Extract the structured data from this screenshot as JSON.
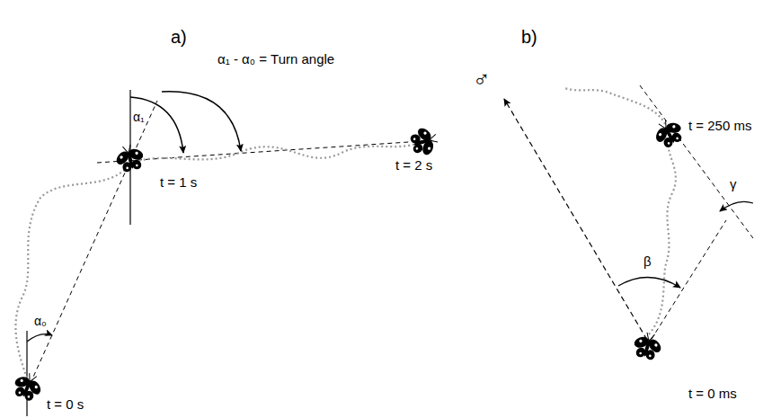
{
  "diagram": {
    "labels": [
      "a)",
      "α₁ - α₀ = Turn angle",
      "α₁",
      "α₀",
      "t = 1 s",
      "t = 2 s",
      "t = 0 s",
      "b)",
      "♂",
      "t = 250 ms",
      "γ",
      "β",
      "t = 0 ms"
    ]
  }
}
